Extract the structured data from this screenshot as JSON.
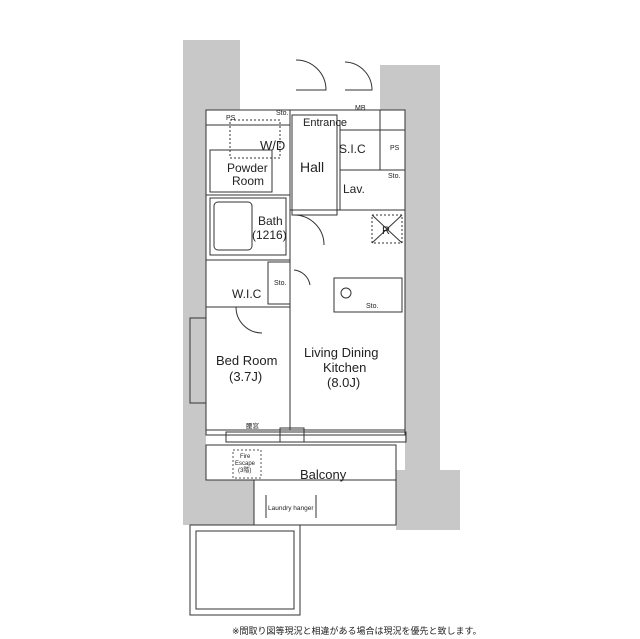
{
  "rooms": {
    "entrance": "Entrance",
    "hall": "Hall",
    "sic": "S.I.C",
    "ps1": "PS",
    "ps2": "PS",
    "mb": "MB",
    "wd": "W/D",
    "powder_1": "Powder",
    "powder_2": "Room",
    "lav": "Lav.",
    "bath": "Bath",
    "bath_size": "(1216)",
    "r": "R",
    "wic": "W.I.C",
    "bed": "Bed Room",
    "bed_size": "(3.7J)",
    "ldk_1": "Living Dining",
    "ldk_2": "Kitchen",
    "ldk_size": "(8.0J)",
    "balcony": "Balcony",
    "fire_1": "Fire",
    "fire_2": "Escape",
    "fire_3": "(3階)",
    "laundry": "Laundry hanger",
    "window": "腰窓",
    "sto": "Sto."
  },
  "note": "※間取り図等現況と相違がある場合は現況を優先と致します。"
}
